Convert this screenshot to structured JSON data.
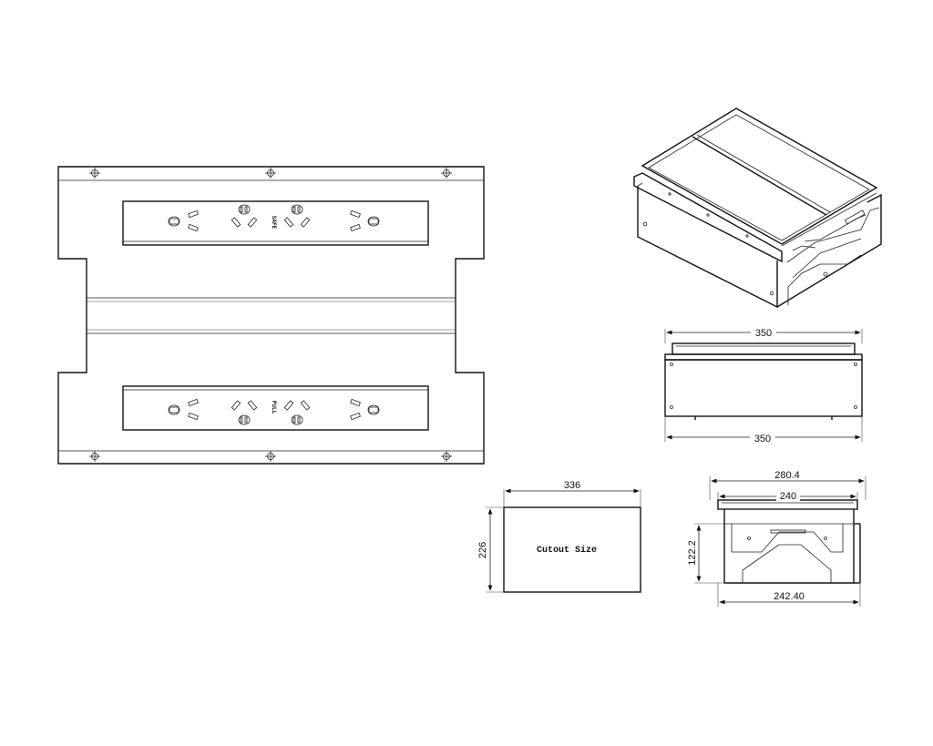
{
  "plan_view": {
    "socket_label_top": "SAFE",
    "socket_label_bottom": "PULL"
  },
  "side_view": {
    "top_width": "350",
    "bottom_width": "350"
  },
  "cutout": {
    "width": "336",
    "height": "226",
    "label": "Cutout Size"
  },
  "end_view": {
    "outer_width": "280.4",
    "inner_width": "240",
    "height": "122.2",
    "base_width": "242.40"
  }
}
